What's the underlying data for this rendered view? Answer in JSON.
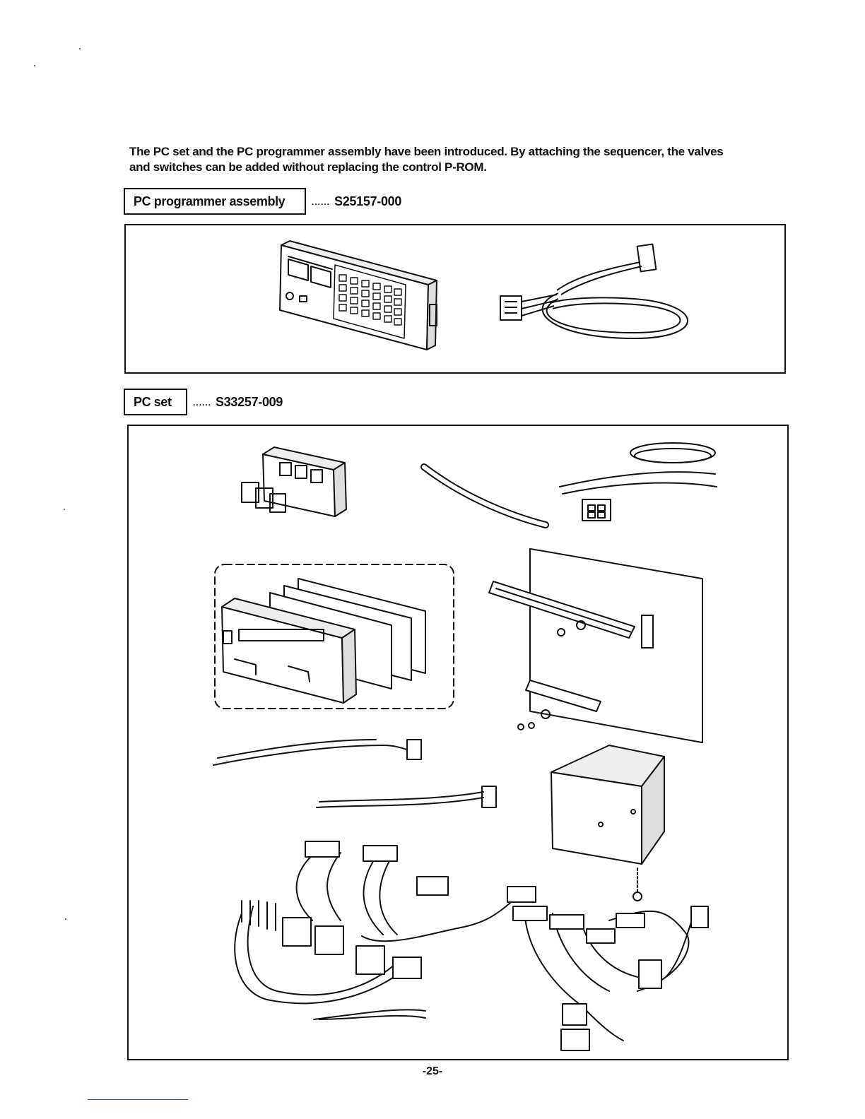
{
  "intro": {
    "line1": "The PC set and the PC programmer assembly have been introduced.  By attaching the sequencer, the valves",
    "line2": "and switches can be added without replacing the control P-ROM."
  },
  "programmer": {
    "label": "PC programmer assembly",
    "leader": "......",
    "part_number": "S25157-000"
  },
  "pcset": {
    "label": "PC set",
    "leader": "......",
    "part_number": "S33257-009"
  },
  "page_number": "-25-"
}
